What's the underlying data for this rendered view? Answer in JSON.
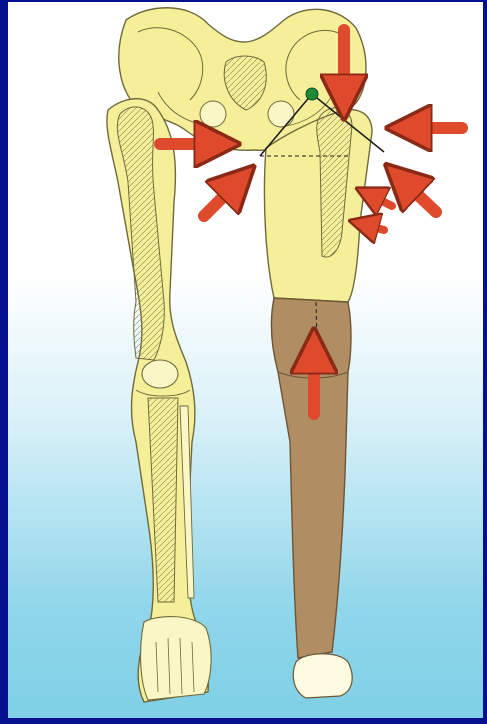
{
  "image": {
    "subject": "",
    "colors": {
      "frame": "#07108c",
      "bone": "#f6ef9a",
      "bone_outline": "#6f6a3c",
      "prosthesis": "#b08d62",
      "arrow": "#e04a2c",
      "force_line": "#1f1f1f",
      "pivot": "#1f8a3a"
    },
    "arrows": [
      {
        "name": "arrow-medial-groin",
        "direction": "right"
      },
      {
        "name": "arrow-ischial",
        "direction": "up-right"
      },
      {
        "name": "arrow-lateral-upper",
        "direction": "left"
      },
      {
        "name": "arrow-lateral-mid",
        "direction": "up-left"
      },
      {
        "name": "arrow-lateral-small-1",
        "direction": "up-left"
      },
      {
        "name": "arrow-lateral-small-2",
        "direction": "up-left"
      },
      {
        "name": "arrow-socket-top",
        "direction": "down"
      },
      {
        "name": "arrow-knee-up",
        "direction": "up"
      }
    ]
  }
}
